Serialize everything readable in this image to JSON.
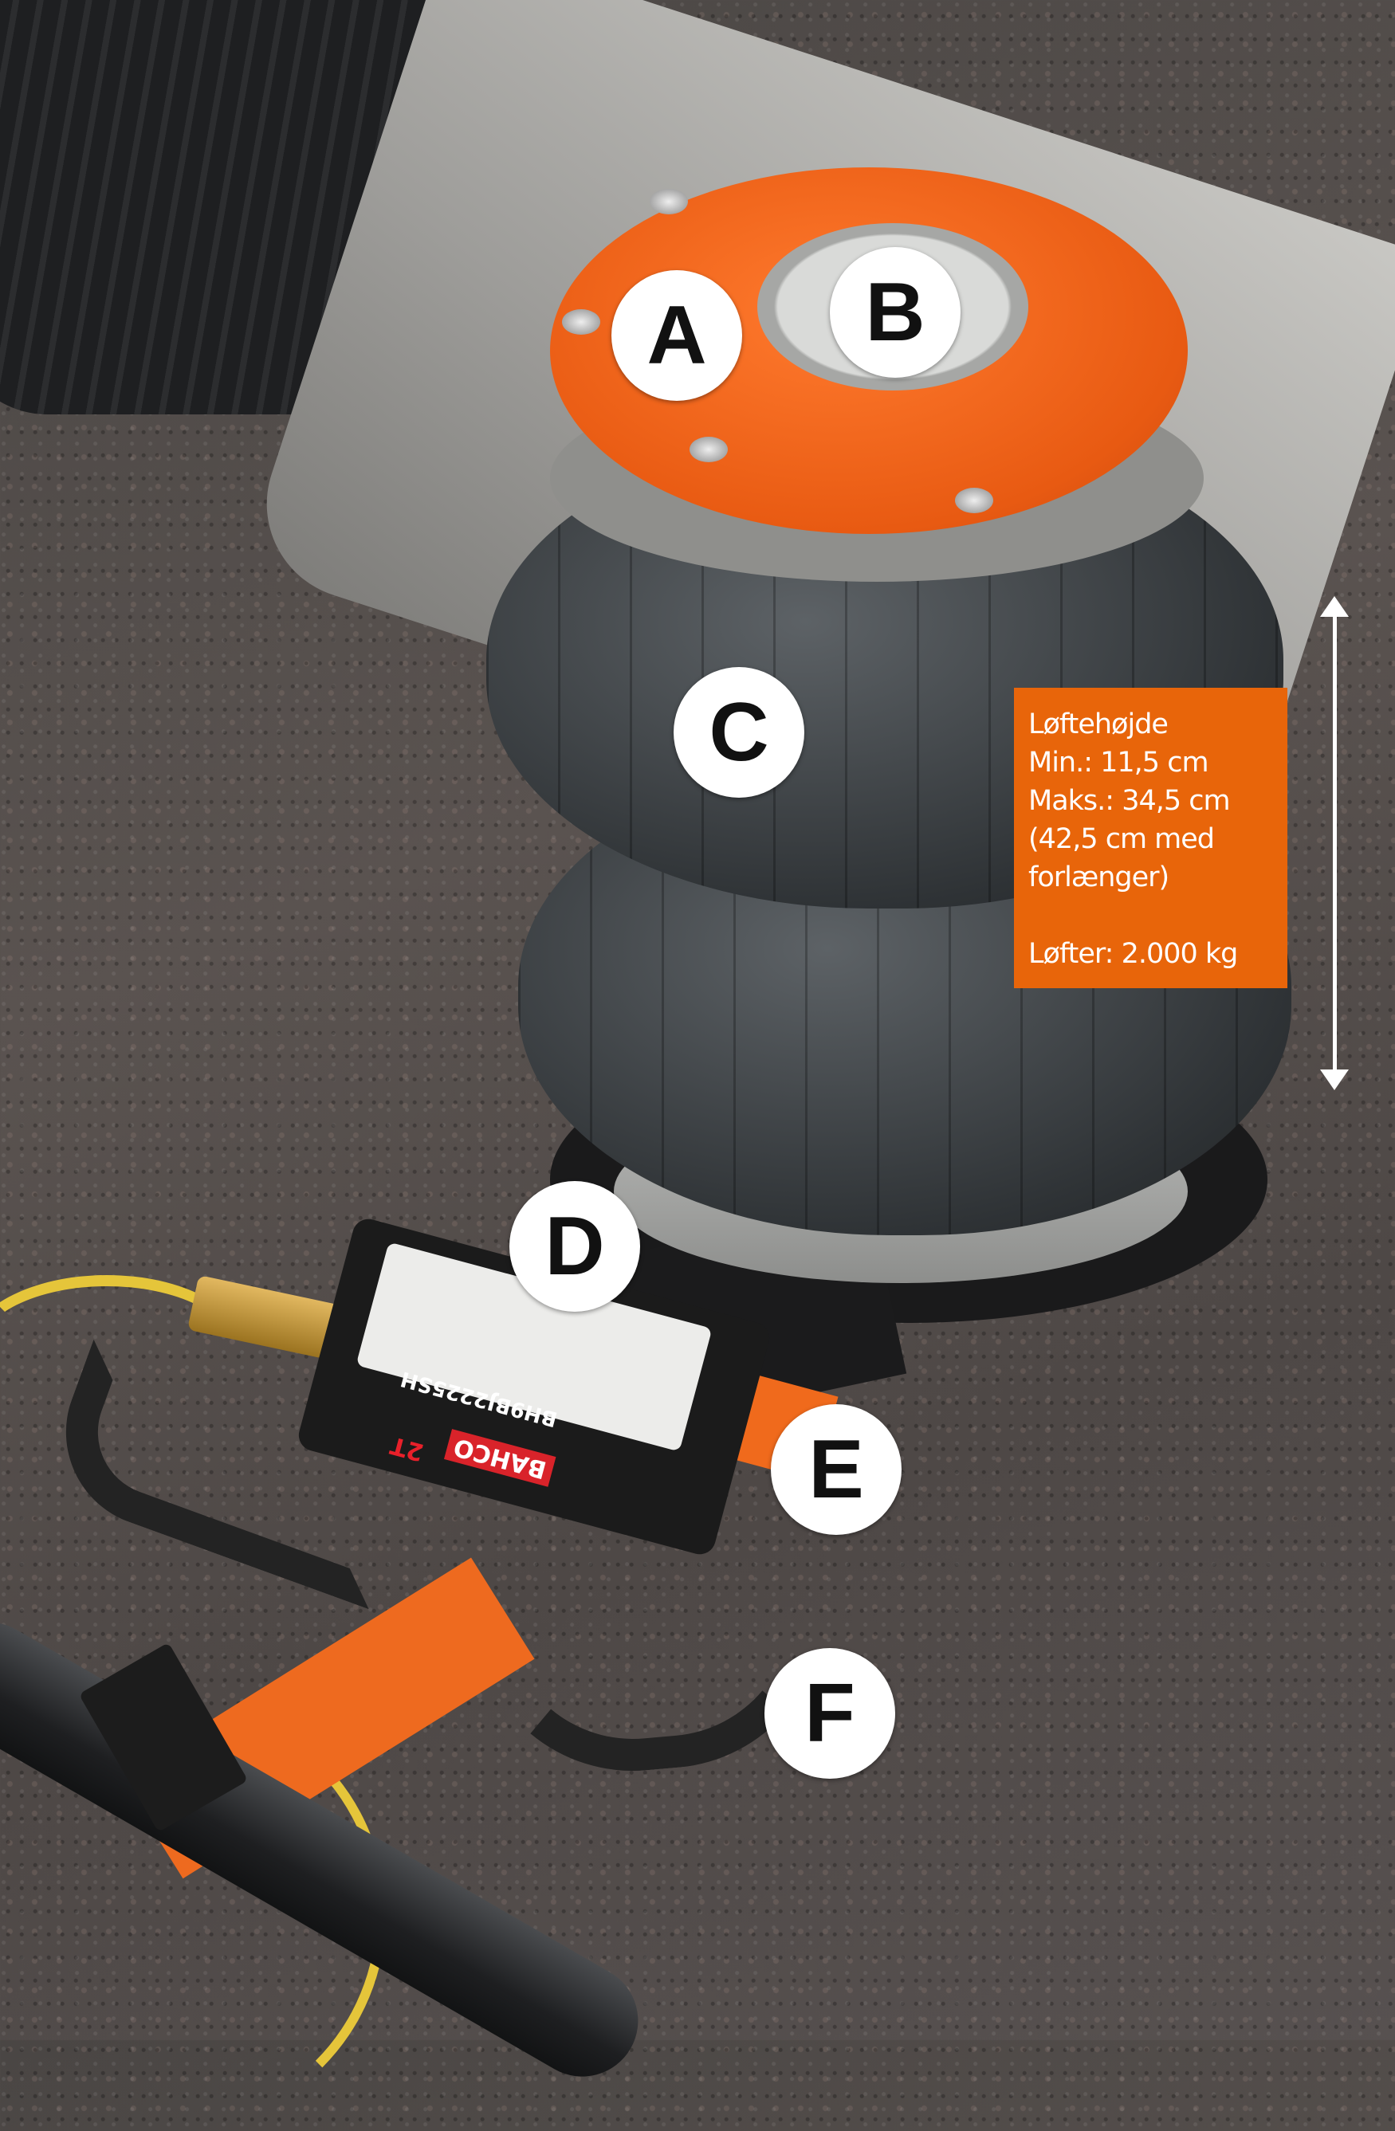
{
  "callouts": [
    "A",
    "B",
    "C",
    "D",
    "E",
    "F"
  ],
  "infobox": {
    "title": "Løftehøjde",
    "min": "Min.: 11,5 cm",
    "max": "Maks.: 34,5 cm",
    "extension_1": "(42,5 cm med",
    "extension_2": "forlænger)",
    "capacity": "Løfter: 2.000 kg"
  },
  "product_labels": {
    "brand": "BAHCO",
    "capacity": "2T",
    "model": "BH9BJ2225SH"
  },
  "colors": {
    "accent": "#e8650a",
    "callout_bg": "#ffffff"
  }
}
